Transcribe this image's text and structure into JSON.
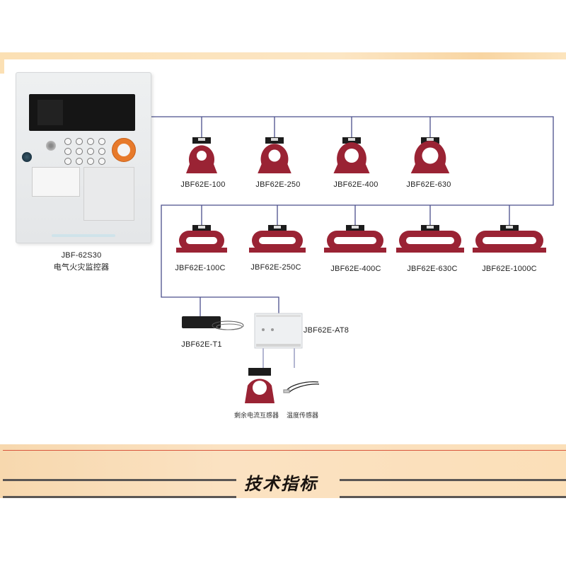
{
  "controller": {
    "model": "JBF-62S30",
    "name": "电气火灾监控器"
  },
  "round_ct_row": [
    {
      "model": "JBF62E-100"
    },
    {
      "model": "JBF62E-250"
    },
    {
      "model": "JBF62E-400"
    },
    {
      "model": "JBF62E-630"
    }
  ],
  "oval_ct_row": [
    {
      "model": "JBF62E-100C"
    },
    {
      "model": "JBF62E-250C"
    },
    {
      "model": "JBF62E-400C"
    },
    {
      "model": "JBF62E-630C"
    },
    {
      "model": "JBF62E-1000C"
    }
  ],
  "temperature_detector": {
    "model": "JBF62E-T1"
  },
  "module": {
    "model": "JBF62E-AT8"
  },
  "module_accessories": {
    "residual_ct": "剩余电流互感器",
    "temp_sensor": "温度传感器"
  },
  "section_title": "技术指标",
  "colors": {
    "wire": "#4a4f8c",
    "ct_red": "#9a2334",
    "accent_band": "#fbe0b4",
    "nav_orange": "#e77a2b"
  }
}
